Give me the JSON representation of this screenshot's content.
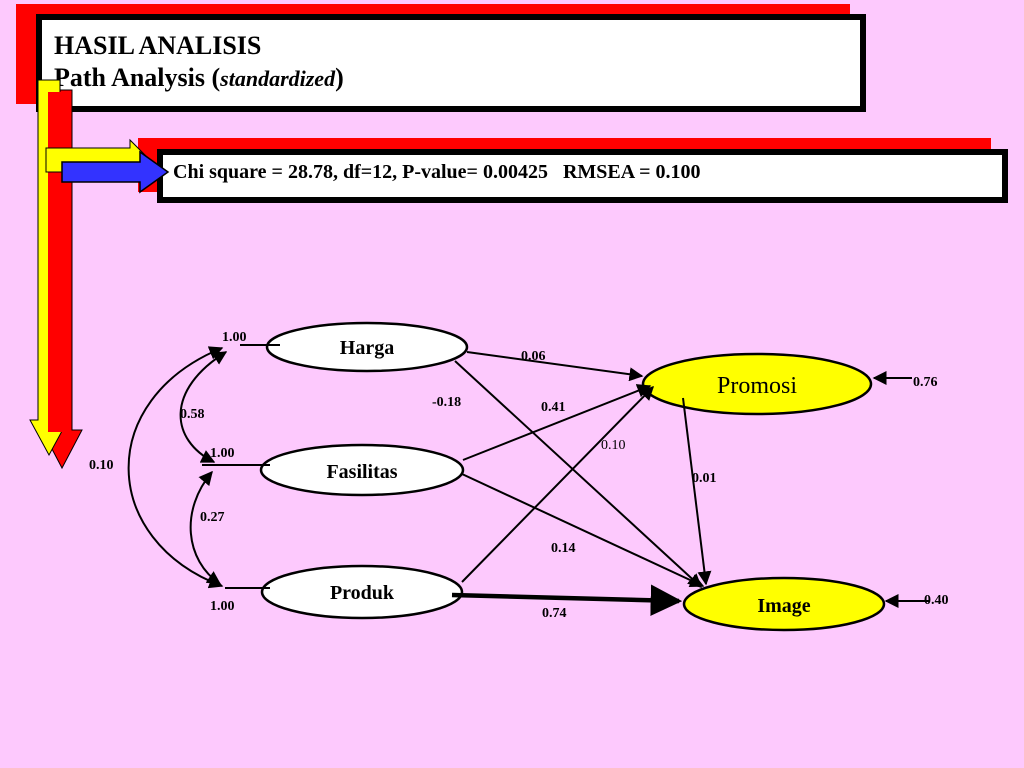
{
  "header": {
    "title_line1": "HASIL ANALISIS",
    "title_line2_prefix": "Path Analysis (",
    "title_line2_italic": "standardized",
    "title_line2_suffix": ")"
  },
  "fit_stats": {
    "text": "Chi square = 28.78, df=12, P-value= 0.00425   RMSEA = 0.100"
  },
  "nodes": {
    "harga": "Harga",
    "fasilitas": "Fasilitas",
    "produk": "Produk",
    "promosi": "Promosi",
    "image": "Image"
  },
  "colors": {
    "background": "#fdc9fd",
    "endogenous_fill": "#ffff00",
    "exogenous_fill": "#ffffff",
    "accent_red": "#ff0000",
    "accent_yellow": "#ffff00",
    "accent_blue": "#3333ff"
  },
  "path_coefficients": {
    "harga_promosi": "0.06",
    "harga_image": "-0.18",
    "fasilitas_promosi": "0.41",
    "fasilitas_image": "0.14",
    "produk_promosi": "0.10",
    "produk_image": "0.74",
    "promosi_image": "0.01"
  },
  "variances": {
    "harga": "1.00",
    "fasilitas": "1.00",
    "produk": "1.00"
  },
  "correlations": {
    "harga_fasilitas": "0.58",
    "fasilitas_produk": "0.27",
    "harga_produk": "0.10"
  },
  "residuals": {
    "promosi": "0.76",
    "image": "0.40"
  }
}
